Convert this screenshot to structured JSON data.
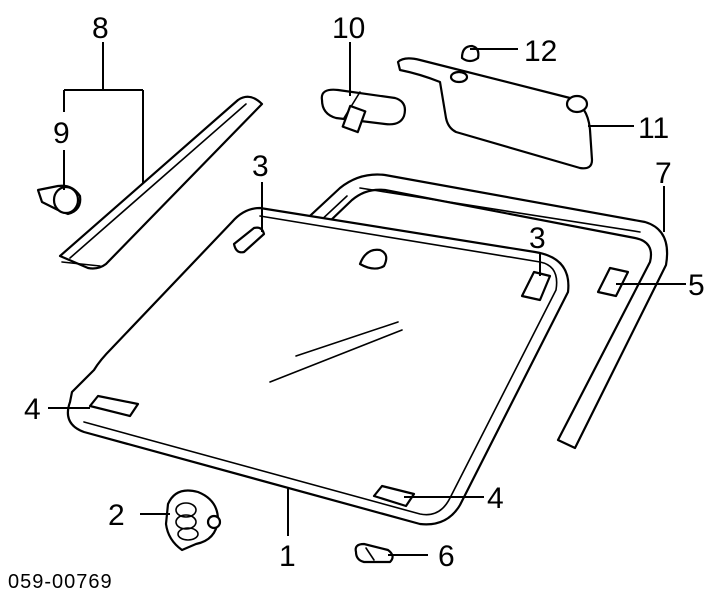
{
  "callouts": {
    "c1": "1",
    "c2": "2",
    "c3a": "3",
    "c3b": "3",
    "c4a": "4",
    "c4b": "4",
    "c5": "5",
    "c6": "6",
    "c7": "7",
    "c8": "8",
    "c9": "9",
    "c10": "10",
    "c11": "11",
    "c12": "12"
  },
  "diagram_code": "059-00769"
}
